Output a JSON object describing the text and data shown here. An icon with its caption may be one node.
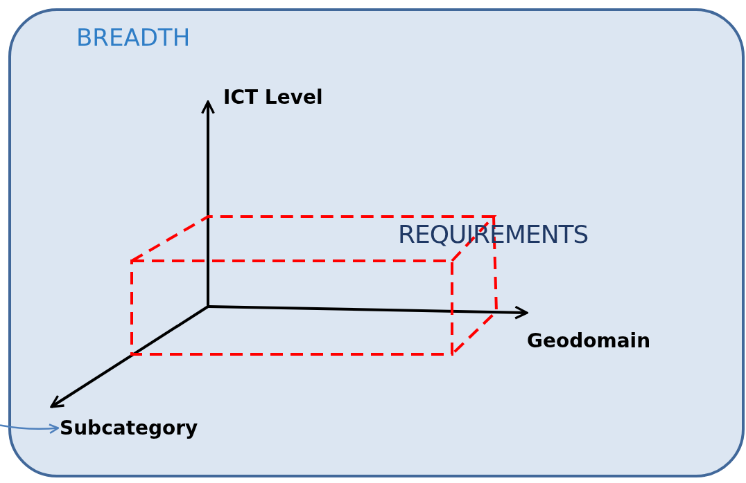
{
  "diagram": {
    "nodes": [
      {
        "text": [
          "BREADTH"
        ]
      },
      {
        "text": [
          "Subcategory"
        ],
        "in": 0
      }
    ],
    "edges": [
      {
        "from": null,
        "to": 1,
        "arrow": "to",
        "color": "#4f81bd"
      }
    ],
    "labels": [
      "ICT Level",
      "REQUIREMENTS",
      "Geodomain"
    ]
  }
}
